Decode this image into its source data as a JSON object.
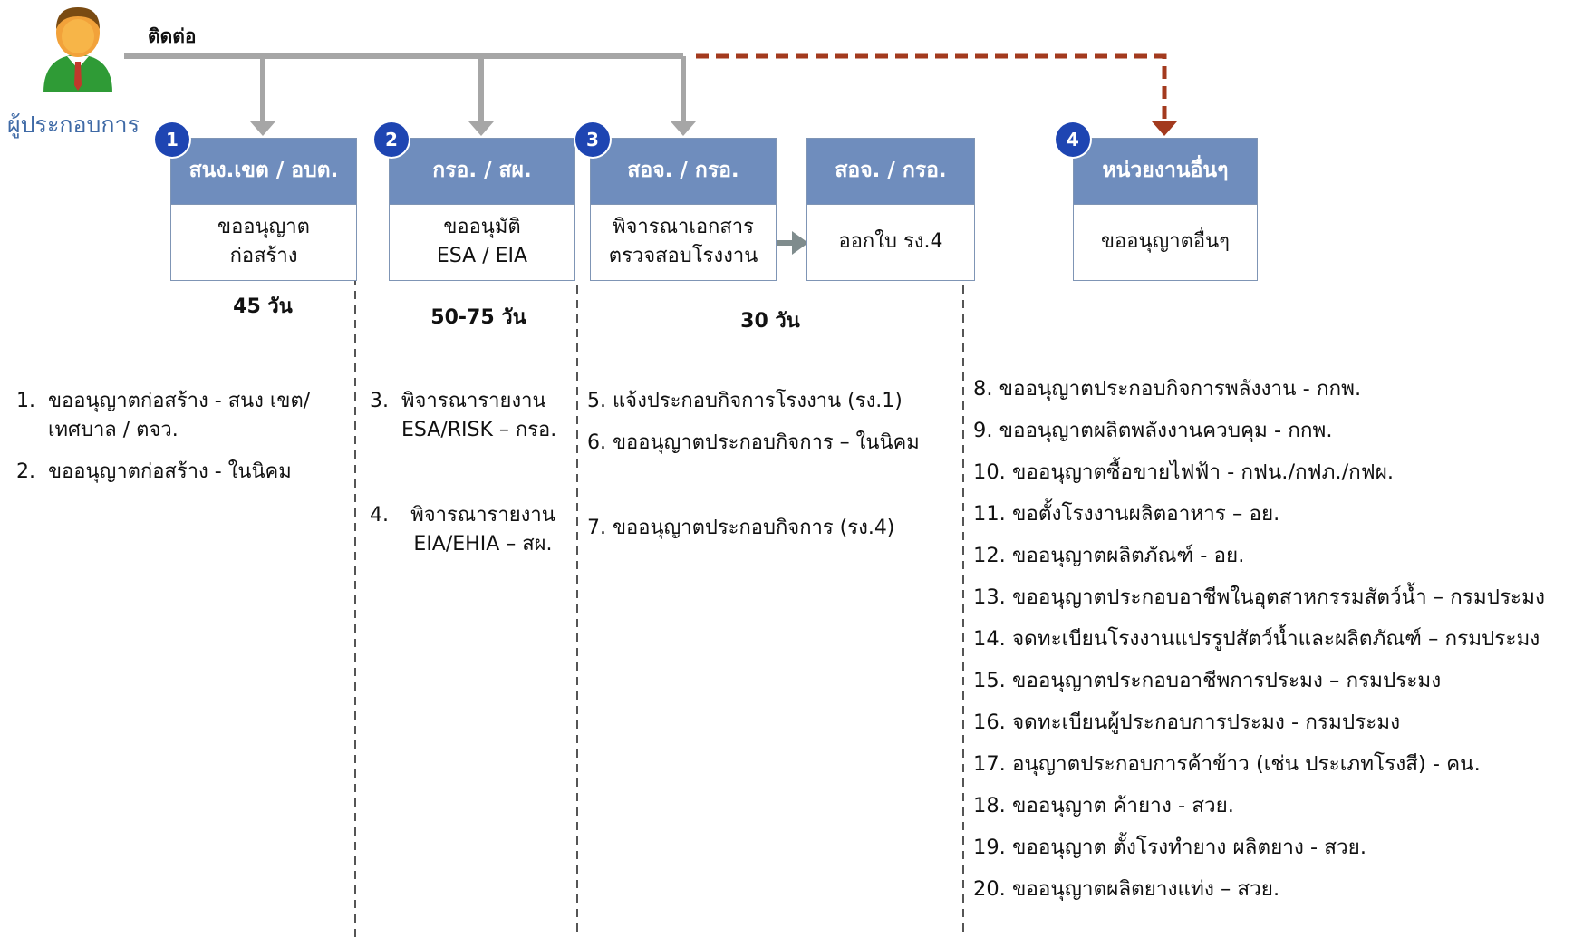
{
  "header": {
    "contact_label": "ติดต่อ",
    "operator_label": "ผู้ประกอบการ"
  },
  "colors": {
    "header_fill": "#6f8dbd",
    "badge_fill": "#1e45b2",
    "connector_gray": "#a6a6a6",
    "dashed_arrow_red": "#a33a1e"
  },
  "stages": [
    {
      "badge": "1",
      "title": "สนง.เขต / อบต.",
      "body": "ขออนุญาต ก่อสร้าง"
    },
    {
      "badge": "2",
      "title": "กรอ. / สผ.",
      "body": "ขออนุมัติ ESA / EIA"
    },
    {
      "badge": "3",
      "title": "สอจ. / กรอ.",
      "body": "พิจารณาเอกสาร ตรวจสอบโรงงาน"
    },
    {
      "badge": "",
      "title": "สอจ. / กรอ.",
      "body": "ออกใบ รง.4"
    },
    {
      "badge": "4",
      "title": "หน่วยงานอื่นๆ",
      "body": "ขออนุญาตอื่นๆ"
    }
  ],
  "durations": [
    "45 วัน",
    "50-75 วัน",
    "30 วัน"
  ],
  "permits": {
    "column1": [
      {
        "num": "1.",
        "text": "ขออนุญาตก่อสร้าง - สนง เขต/เทศบาล / ตจว."
      },
      {
        "num": "2.",
        "text": "ขออนุญาตก่อสร้าง - ในนิคม"
      }
    ],
    "column2": [
      {
        "num": "3.",
        "text": "พิจารณารายงาน ESA/RISK – กรอ."
      },
      {
        "num": "4.",
        "text": "พิจารณารายงาน EIA/EHIA – สผ."
      }
    ],
    "column3": [
      {
        "num": "5.",
        "text": "แจ้งประกอบกิจการโรงงาน (รง.1)"
      },
      {
        "num": "6.",
        "text": "ขออนุญาตประกอบกิจการ – ในนิคม"
      },
      {
        "num": "7.",
        "text": "ขออนุญาตประกอบกิจการ (รง.4)"
      }
    ],
    "column4": [
      {
        "num": "8.",
        "text": "ขออนุญาตประกอบกิจการพลังงาน  - กกพ."
      },
      {
        "num": "9.",
        "text": "ขออนุญาตผลิตพลังงานควบคุม - กกพ."
      },
      {
        "num": "10.",
        "text": "ขออนุญาตซื้อขายไฟฟ้า - กฟน./กฟภ./กฟผ."
      },
      {
        "num": "11.",
        "text": "ขอตั้งโรงงานผลิตอาหาร – อย."
      },
      {
        "num": "12.",
        "text": "ขออนุญาตผลิตภัณฑ์ - อย."
      },
      {
        "num": "13.",
        "text": "ขออนุญาตประกอบอาชีพในอุตสาหกรรมสัตว์น้ำ – กรมประมง"
      },
      {
        "num": "14.",
        "text": "จดทะเบียนโรงงานแปรรูปสัตว์น้ำและผลิตภัณฑ์ – กรมประมง"
      },
      {
        "num": "15.",
        "text": "ขออนุญาตประกอบอาชีพการประมง – กรมประมง"
      },
      {
        "num": "16.",
        "text": "จดทะเบียนผู้ประกอบการประมง - กรมประมง"
      },
      {
        "num": "17.",
        "text": "อนุญาตประกอบการค้าข้าว (เช่น ประเภทโรงสี) - คน."
      },
      {
        "num": "18.",
        "text": "ขออนุญาต ค้ายาง - สวย."
      },
      {
        "num": "19.",
        "text": "ขออนุญาต ตั้งโรงทำยาง ผลิตยาง - สวย."
      },
      {
        "num": "20.",
        "text": "ขออนุญาตผลิตยางแท่ง – สวย."
      }
    ]
  }
}
